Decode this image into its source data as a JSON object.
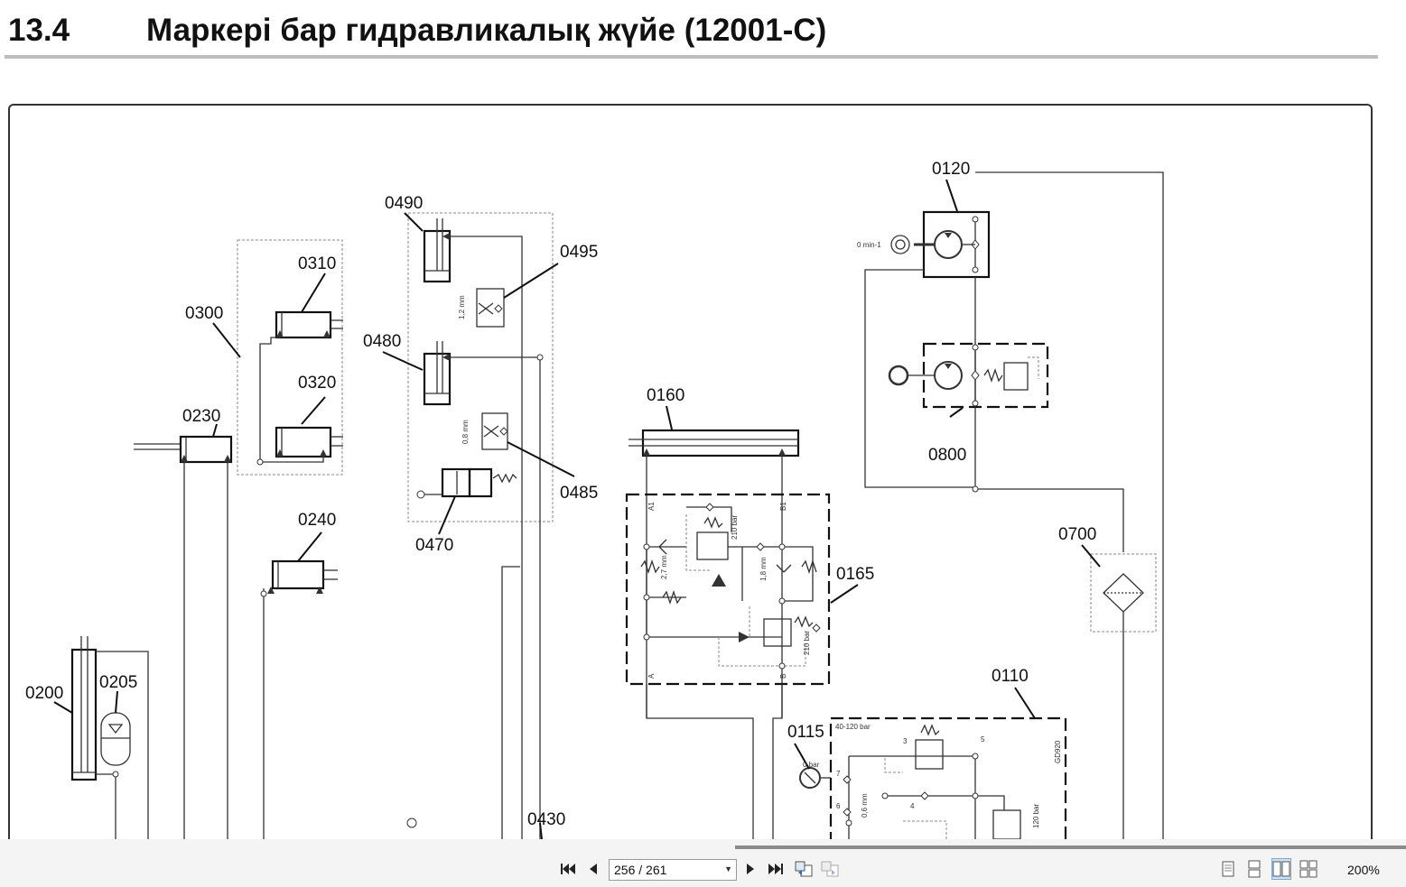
{
  "heading": {
    "number": "13.4",
    "title": "Маркері бар гидравликалық жүйе (12001-С)"
  },
  "diagram": {
    "labels": {
      "l0490": "0490",
      "l0495": "0495",
      "l0480": "0480",
      "l0485": "0485",
      "l0470": "0470",
      "l0310": "0310",
      "l0300": "0300",
      "l0320": "0320",
      "l0230": "0230",
      "l0240": "0240",
      "l0200": "0200",
      "l0205": "0205",
      "l0430": "0430",
      "l0160": "0160",
      "l0165": "0165",
      "l0120": "0120",
      "l0800": "0800",
      "l0700": "0700",
      "l0110": "0110",
      "l0115": "0115"
    },
    "small": {
      "s0min": "0 min-1",
      "s12": "1,2 mm",
      "s08": "0,8 mm",
      "sA1": "A1",
      "sB1": "B1",
      "sA": "A",
      "sB": "B",
      "s210a": "210 bar",
      "s210b": "210 bar",
      "s27": "2,7 mm",
      "s18": "1,8 mm",
      "s40120": "40-120 bar",
      "sGD920": "GD920",
      "s0bar": "0 bar",
      "s3": "3",
      "s4": "4",
      "s5": "5",
      "s6": "6",
      "s7": "7",
      "s06": "0,6 mm",
      "s120": "120 bar"
    }
  },
  "toolbar": {
    "page_value": "256 / 261",
    "zoom": "200%",
    "icons": {
      "first": "first-page-icon",
      "prev": "previous-page-icon",
      "next": "next-page-icon",
      "last": "last-page-icon",
      "back": "previous-view-icon",
      "forward": "next-view-icon",
      "single": "single-page-icon",
      "continuous": "continuous-icon",
      "facing": "facing-pages-icon",
      "cont_facing": "continuous-facing-icon"
    }
  }
}
